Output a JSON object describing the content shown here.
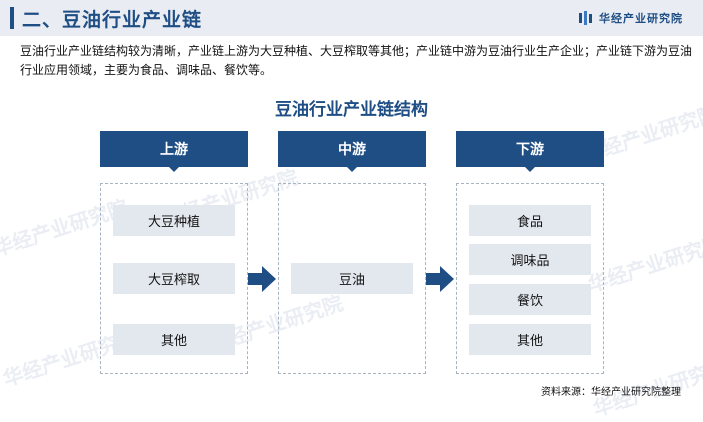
{
  "header": {
    "title": "二、豆油行业产业链",
    "brand": "华经产业研究院"
  },
  "description": "豆油行业产业链结构较为清晰，产业链上游为大豆种植、大豆榨取等其他；产业链中游为豆油行业生产企业；产业链下游为豆油行业应用领域，主要为食品、调味品、餐饮等。",
  "diagram": {
    "title": "豆油行业产业链结构",
    "columns": [
      {
        "label": "上游",
        "items": [
          "大豆种植",
          "大豆榨取",
          "其他"
        ]
      },
      {
        "label": "中游",
        "items": [
          "豆油"
        ]
      },
      {
        "label": "下游",
        "items": [
          "食品",
          "调味品",
          "餐饮",
          "其他"
        ]
      }
    ]
  },
  "watermark": "华经产业研究院",
  "source": "资料来源：华经产业研究院整理",
  "colors": {
    "primary": "#1f4e85",
    "header_bg": "#e9edf3",
    "item_bg": "#e3e8ee",
    "dashed_border": "#a9b4c2"
  }
}
